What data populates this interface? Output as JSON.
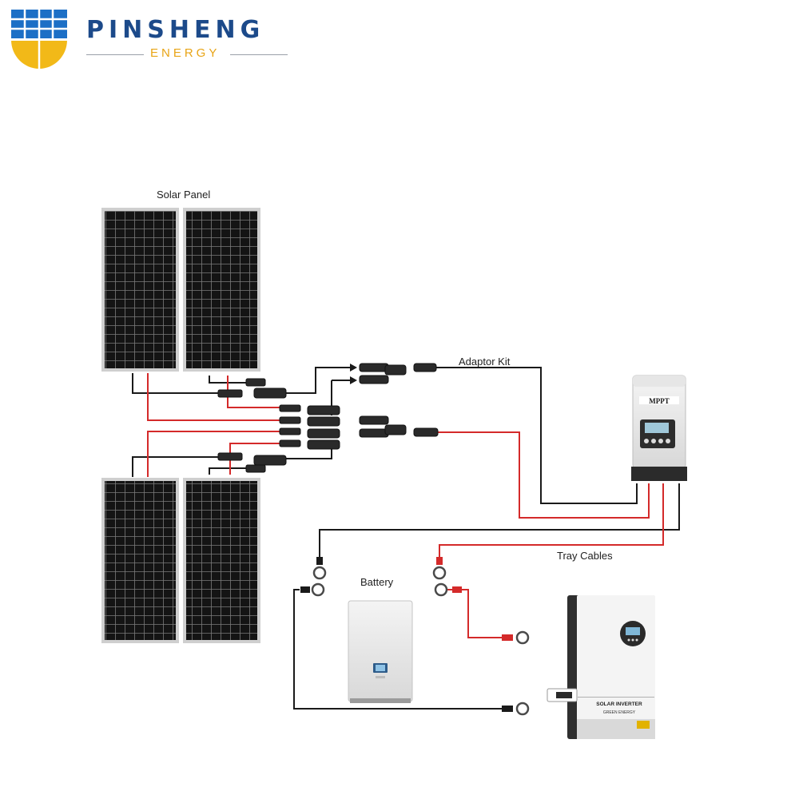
{
  "brand": {
    "name": "PINSHENG",
    "sub": "ENERGY",
    "colors": {
      "blue": "#1c4a8a",
      "gold": "#e8a415"
    }
  },
  "diagram": {
    "labels": {
      "solar_panel": "Solar Panel",
      "adaptor_kit": "Adaptor Kit",
      "tray_cables": "Tray Cables",
      "battery": "Battery"
    },
    "controller_badge": "MPPT",
    "inverter_title": "SOLAR INVERTER",
    "inverter_brand": "GREEN ENERGY",
    "wire_colors": {
      "positive": "#d42a2a",
      "negative": "#1a1a1a"
    }
  }
}
